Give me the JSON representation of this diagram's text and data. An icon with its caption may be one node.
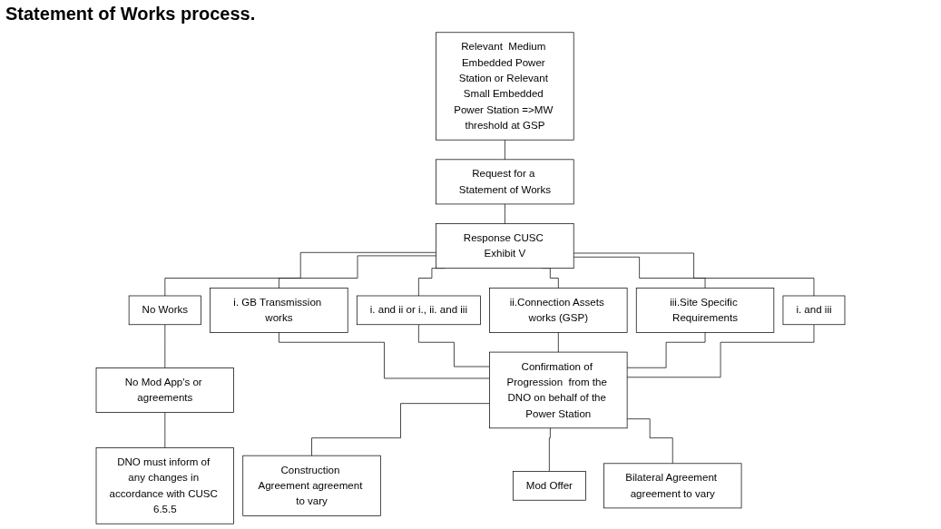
{
  "diagram": {
    "title": "Statement of Works process.",
    "nodes": [
      {
        "text": [
          "Relevant  Medium Embedded Power Station or Relevant Small Embedded Power Station =>MW threshold at GSP"
        ]
      },
      {
        "text": [
          "Request for a Statement of Works"
        ]
      },
      {
        "text": [
          "Response CUSC Exhibit V"
        ]
      },
      {
        "text": [
          "No Works"
        ]
      },
      {
        "text": [
          "i. GB Transmission works"
        ]
      },
      {
        "text": [
          "i. and ii or i., ii. and iii"
        ]
      },
      {
        "text": [
          "ii.Connection Assets works (GSP)"
        ]
      },
      {
        "text": [
          "iii.Site Specific Requirements"
        ]
      },
      {
        "text": [
          "i. and iii"
        ]
      },
      {
        "text": [
          "No Mod App's or agreements"
        ]
      },
      {
        "text": [
          "Confirmation of Progression  from the DNO on behalf of the Power Station"
        ]
      },
      {
        "text": [
          "DNO must inform of any changes in accordance with CUSC 6.5.5"
        ]
      },
      {
        "text": [
          "Construction Agreement agreement to vary"
        ]
      },
      {
        "text": [
          "Mod Offer"
        ]
      },
      {
        "text": [
          "Bilateral Agreement agreement to vary"
        ]
      }
    ],
    "edges": [
      {
        "from": 0,
        "to": 1,
        "arrow": "none"
      },
      {
        "from": 1,
        "to": 2,
        "arrow": "none"
      },
      {
        "from": 2,
        "to": 3,
        "arrow": "none"
      },
      {
        "from": 2,
        "to": 4,
        "arrow": "none"
      },
      {
        "from": 2,
        "to": 5,
        "arrow": "none"
      },
      {
        "from": 2,
        "to": 6,
        "arrow": "none"
      },
      {
        "from": 2,
        "to": 7,
        "arrow": "none"
      },
      {
        "from": 2,
        "to": 8,
        "arrow": "none"
      },
      {
        "from": 3,
        "to": 9,
        "arrow": "none"
      },
      {
        "from": 4,
        "to": 10,
        "arrow": "none"
      },
      {
        "from": 5,
        "to": 10,
        "arrow": "none"
      },
      {
        "from": 6,
        "to": 10,
        "arrow": "none"
      },
      {
        "from": 7,
        "to": 10,
        "arrow": "none"
      },
      {
        "from": 8,
        "to": 10,
        "arrow": "none"
      },
      {
        "from": 9,
        "to": 11,
        "arrow": "none"
      },
      {
        "from": 10,
        "to": 12,
        "arrow": "none"
      },
      {
        "from": 10,
        "to": 13,
        "arrow": "none"
      },
      {
        "from": 10,
        "to": 14,
        "arrow": "none"
      }
    ]
  }
}
